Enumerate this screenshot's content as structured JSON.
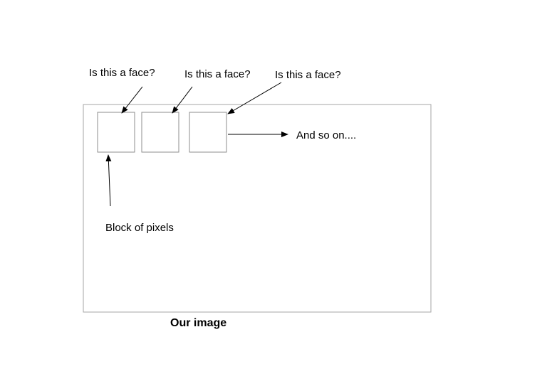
{
  "questions": [
    {
      "text": "Is this a face?"
    },
    {
      "text": "Is this a face?"
    },
    {
      "text": "Is this a face?"
    }
  ],
  "continuation_label": "And so on....",
  "block_label": "Block of pixels",
  "caption": "Our image",
  "colors": {
    "frame_stroke": "#a6a6a6",
    "block_stroke": "#8c8c8c",
    "arrow": "#000000",
    "text": "#000000"
  }
}
